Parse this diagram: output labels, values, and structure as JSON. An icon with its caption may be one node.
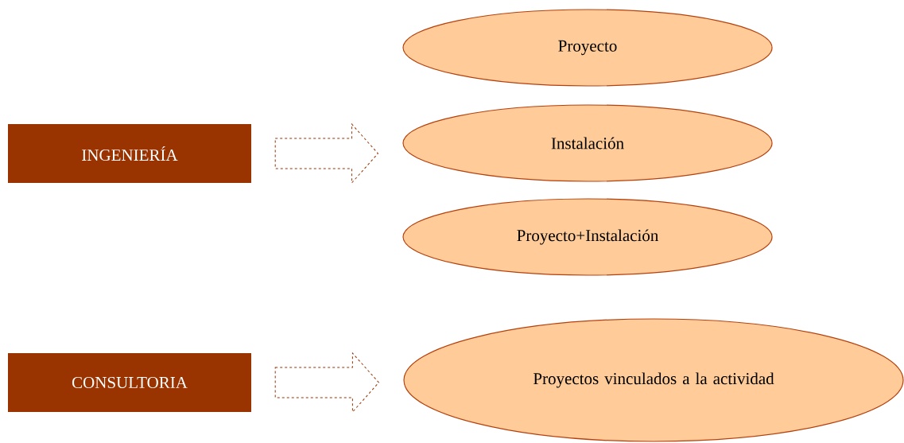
{
  "diagram": {
    "nodes": [
      {
        "text": [
          "INGENIERÍA"
        ]
      },
      {
        "text": [
          "Proyecto"
        ]
      },
      {
        "text": [
          "Instalación"
        ]
      },
      {
        "text": [
          "Proyecto+Instalación"
        ]
      },
      {
        "text": [
          "CONSULTORIA"
        ]
      },
      {
        "text": [
          "Proyectos vinculados a la actividad"
        ]
      }
    ],
    "edges": [
      {
        "from": 0,
        "to": 2,
        "arrow": "to",
        "style": "dashed"
      },
      {
        "from": 4,
        "to": 5,
        "arrow": "to",
        "style": "dashed"
      }
    ]
  }
}
